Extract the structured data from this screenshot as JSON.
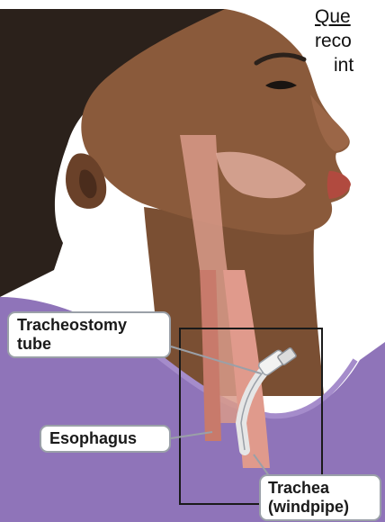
{
  "header": {
    "line1": "Que",
    "line2": "reco",
    "line3": "int"
  },
  "labels": {
    "tracheostomy_line1": "Tracheostomy",
    "tracheostomy_line2": "tube",
    "esophagus": "Esophagus",
    "trachea_line1": "Trachea",
    "trachea_line2": "(windpipe)"
  },
  "colors": {
    "skin": "#7a4f33",
    "hair": "#2b211b",
    "shirt": "#8f74b9",
    "background": "#ffffff"
  }
}
